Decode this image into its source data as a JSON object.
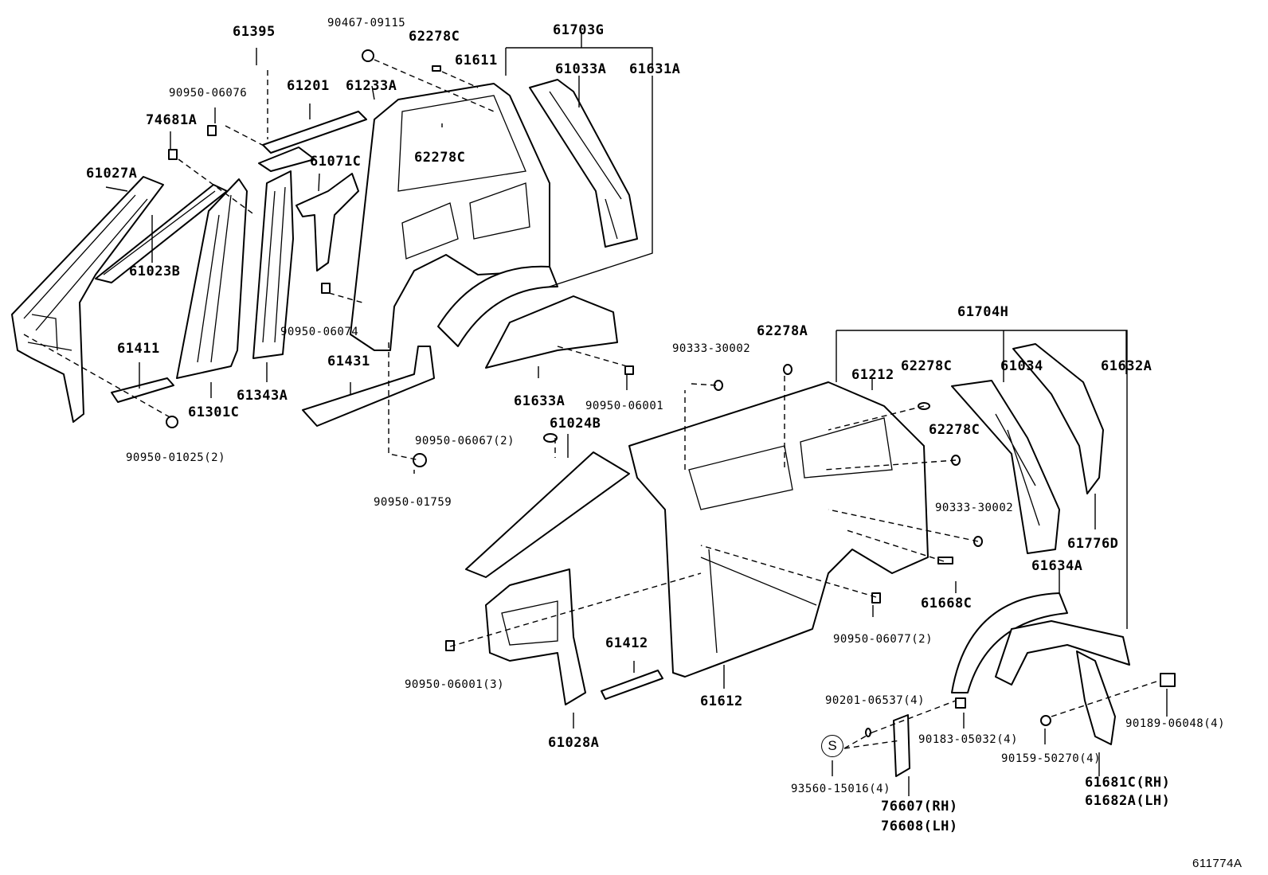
{
  "figure_ref": "611774A",
  "fastener_mark": "S",
  "callouts": [
    {
      "id": "61395",
      "text": "61395",
      "size": "big",
      "icon": "bracket-part"
    },
    {
      "id": "90467-09115",
      "text": "90467-09115",
      "size": "sm",
      "icon": "clip-part"
    },
    {
      "id": "62278C-top",
      "text": "62278C",
      "size": "big",
      "icon": "plug-part"
    },
    {
      "id": "61703G",
      "text": "61703G",
      "size": "big",
      "icon": "assembly-group"
    },
    {
      "id": "61611",
      "text": "61611",
      "size": "big",
      "icon": "roof-rail-part"
    },
    {
      "id": "61033A",
      "text": "61033A",
      "size": "big",
      "icon": "inner-panel-part"
    },
    {
      "id": "61631A",
      "text": "61631A",
      "size": "big",
      "icon": "inner-panel-part"
    },
    {
      "id": "90950-06076",
      "text": "90950-06076",
      "size": "sm",
      "icon": "plug-part"
    },
    {
      "id": "61201",
      "text": "61201",
      "size": "big",
      "icon": "roof-rail-part"
    },
    {
      "id": "61233A",
      "text": "61233A",
      "size": "big",
      "icon": "pillar-part"
    },
    {
      "id": "74681A",
      "text": "74681A",
      "size": "big",
      "icon": "bracket-part"
    },
    {
      "id": "61071C",
      "text": "61071C",
      "size": "big",
      "icon": "bracket-part"
    },
    {
      "id": "62278C-mid",
      "text": "62278C",
      "size": "big",
      "icon": "plug-part"
    },
    {
      "id": "61027A",
      "text": "61027A",
      "size": "big",
      "icon": "pillar-part"
    },
    {
      "id": "61023B",
      "text": "61023B",
      "size": "big",
      "icon": "pillar-part"
    },
    {
      "id": "90950-06074",
      "text": "90950-06074",
      "size": "sm",
      "icon": "plug-part"
    },
    {
      "id": "61411",
      "text": "61411",
      "size": "big",
      "icon": "rocker-part"
    },
    {
      "id": "61431",
      "text": "61431",
      "size": "big",
      "icon": "rocker-part"
    },
    {
      "id": "61301C",
      "text": "61301C",
      "size": "big",
      "icon": "pillar-part"
    },
    {
      "id": "61343A",
      "text": "61343A",
      "size": "big",
      "icon": "pillar-part"
    },
    {
      "id": "61633A",
      "text": "61633A",
      "size": "big",
      "icon": "wheelhouse-part"
    },
    {
      "id": "90950-06001-a",
      "text": "90950-06001",
      "size": "sm",
      "icon": "plug-part"
    },
    {
      "id": "90950-01025",
      "text": "90950-01025(2)",
      "size": "sm",
      "icon": "plug-part"
    },
    {
      "id": "61024B",
      "text": "61024B",
      "size": "big",
      "icon": "pillar-part"
    },
    {
      "id": "90950-06067",
      "text": "90950-06067(2)",
      "size": "sm",
      "icon": "plug-part"
    },
    {
      "id": "90950-01759",
      "text": "90950-01759",
      "size": "sm",
      "icon": "plug-part"
    },
    {
      "id": "61704H",
      "text": "61704H",
      "size": "big",
      "icon": "assembly-group"
    },
    {
      "id": "90333-30002-a",
      "text": "90333-30002",
      "size": "sm",
      "icon": "plug-part"
    },
    {
      "id": "62278A",
      "text": "62278A",
      "size": "big",
      "icon": "plug-part"
    },
    {
      "id": "61212",
      "text": "61212",
      "size": "big",
      "icon": "roof-rail-part"
    },
    {
      "id": "62278C-r1",
      "text": "62278C",
      "size": "big",
      "icon": "plug-part"
    },
    {
      "id": "61034",
      "text": "61034",
      "size": "big",
      "icon": "inner-panel-part"
    },
    {
      "id": "61632A",
      "text": "61632A",
      "size": "big",
      "icon": "inner-panel-part"
    },
    {
      "id": "62278C-r2",
      "text": "62278C",
      "size": "big",
      "icon": "plug-part"
    },
    {
      "id": "90333-30002-b",
      "text": "90333-30002",
      "size": "sm",
      "icon": "plug-part"
    },
    {
      "id": "61776D",
      "text": "61776D",
      "size": "big",
      "icon": "bracket-part"
    },
    {
      "id": "61634A",
      "text": "61634A",
      "size": "big",
      "icon": "wheelhouse-part"
    },
    {
      "id": "61668C",
      "text": "61668C",
      "size": "big",
      "icon": "plug-part"
    },
    {
      "id": "61412",
      "text": "61412",
      "size": "big",
      "icon": "rocker-part"
    },
    {
      "id": "90950-06077",
      "text": "90950-06077(2)",
      "size": "sm",
      "icon": "plug-part"
    },
    {
      "id": "90950-06001-b",
      "text": "90950-06001(3)",
      "size": "sm",
      "icon": "plug-part"
    },
    {
      "id": "61612",
      "text": "61612",
      "size": "big",
      "icon": "side-panel-part"
    },
    {
      "id": "90201-06537",
      "text": "90201-06537(4)",
      "size": "sm",
      "icon": "washer-part"
    },
    {
      "id": "90183-05032",
      "text": "90183-05032(4)",
      "size": "sm",
      "icon": "clip-part"
    },
    {
      "id": "90189-06048",
      "text": "90189-06048(4)",
      "size": "sm",
      "icon": "clip-part"
    },
    {
      "id": "90159-50270",
      "text": "90159-50270(4)",
      "size": "sm",
      "icon": "screw-part"
    },
    {
      "id": "61028A",
      "text": "61028A",
      "size": "big",
      "icon": "pillar-part"
    },
    {
      "id": "93560-15016",
      "text": "93560-15016(4)",
      "size": "sm",
      "icon": "screw-part"
    },
    {
      "id": "76607",
      "text": "76607(RH)",
      "size": "big",
      "icon": "mudguard-part"
    },
    {
      "id": "76608",
      "text": "76608(LH)",
      "size": "big",
      "icon": "mudguard-part"
    },
    {
      "id": "61681C",
      "text": "61681C(RH)",
      "size": "big",
      "icon": "mudguard-part"
    },
    {
      "id": "61682A",
      "text": "61682A(LH)",
      "size": "big",
      "icon": "mudguard-part"
    }
  ]
}
